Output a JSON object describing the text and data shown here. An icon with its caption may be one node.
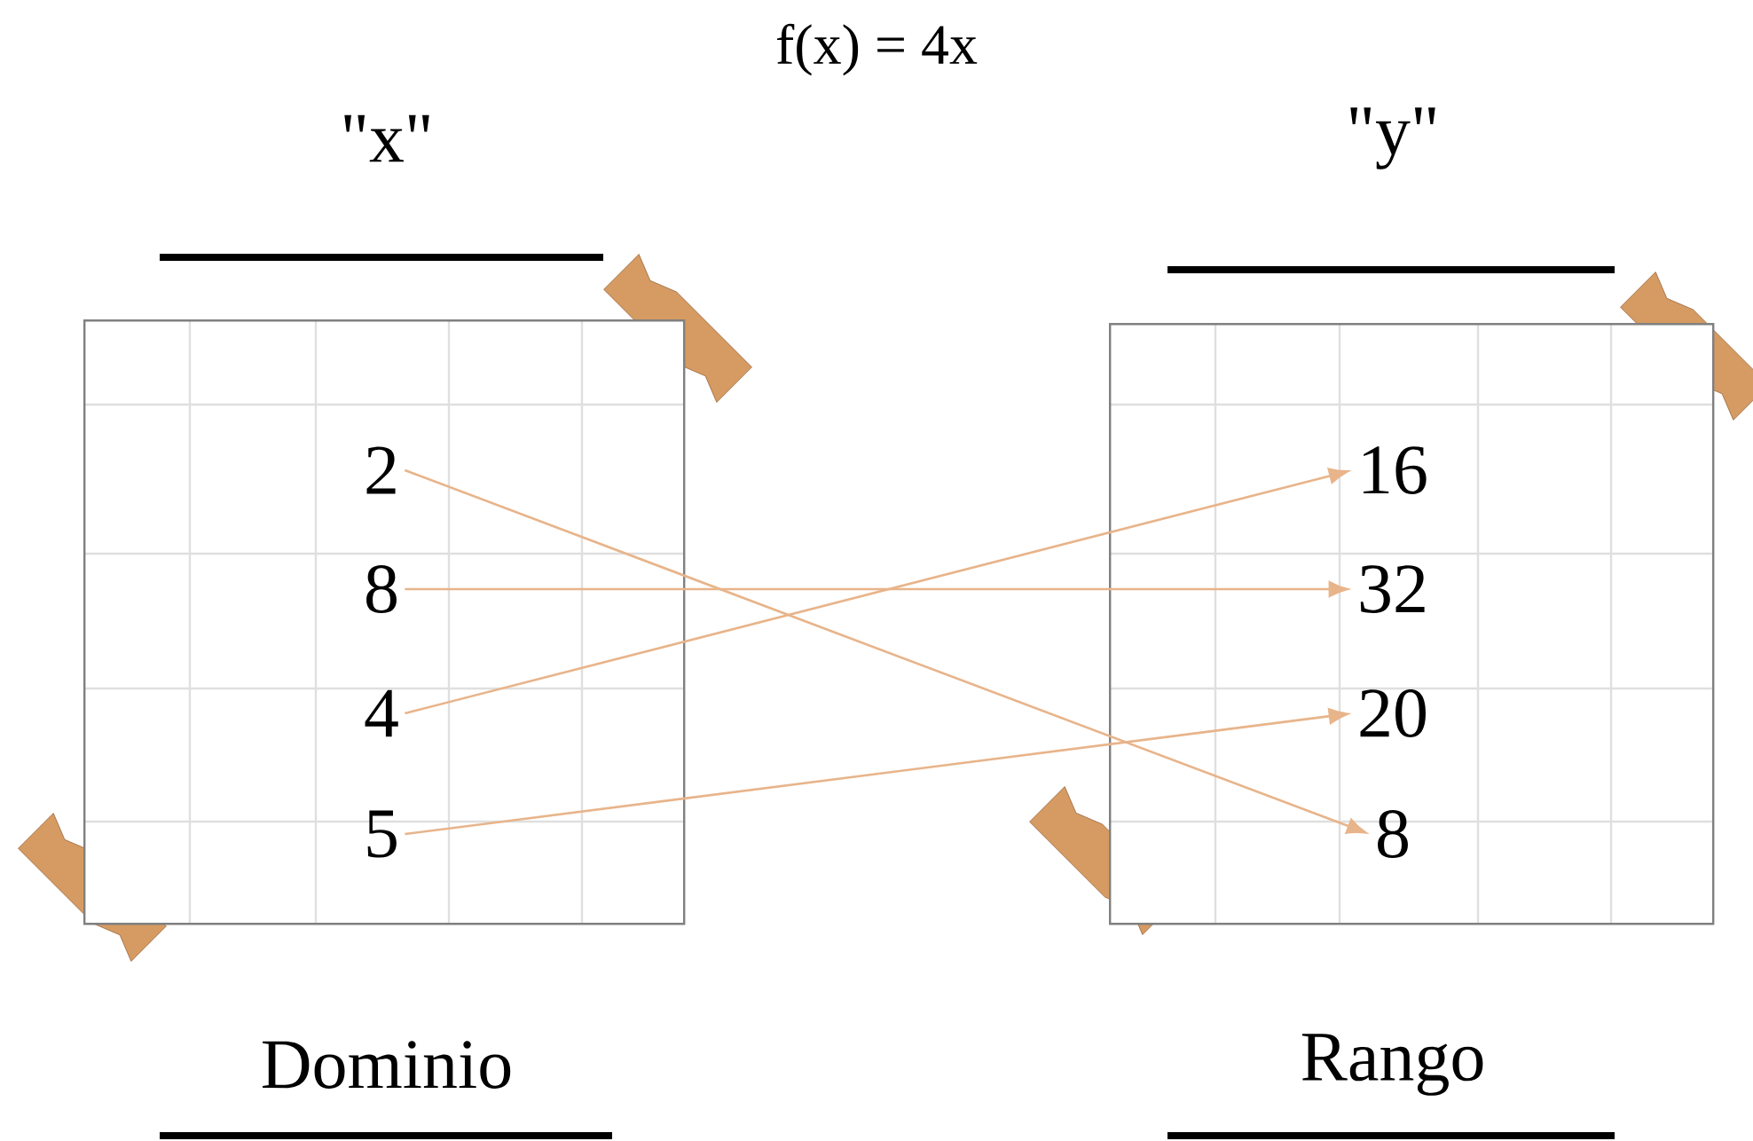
{
  "diagram": {
    "title": "f(x) = 4x",
    "nodes": [
      {
        "text": [],
        "shape": "box"
      },
      {
        "text": [
          "2"
        ],
        "in": 0
      },
      {
        "text": [
          "8"
        ],
        "in": 0
      },
      {
        "text": [
          "4"
        ],
        "in": 0
      },
      {
        "text": [
          "5"
        ],
        "in": 0
      },
      {
        "text": [],
        "shape": "box"
      },
      {
        "text": [
          "16"
        ],
        "in": 5
      },
      {
        "text": [
          "32"
        ],
        "in": 5
      },
      {
        "text": [
          "20"
        ],
        "in": 5
      },
      {
        "text": [
          "8"
        ],
        "in": 5
      }
    ],
    "edges": [
      {
        "from": 1,
        "to": 9,
        "arrow": "to"
      },
      {
        "from": 2,
        "to": 7,
        "arrow": "to"
      },
      {
        "from": 3,
        "to": 6,
        "arrow": "to"
      },
      {
        "from": 4,
        "to": 8,
        "arrow": "to"
      }
    ],
    "labels": [
      "\"x\"",
      "\"y\"",
      "Dominio",
      "Rango"
    ]
  }
}
